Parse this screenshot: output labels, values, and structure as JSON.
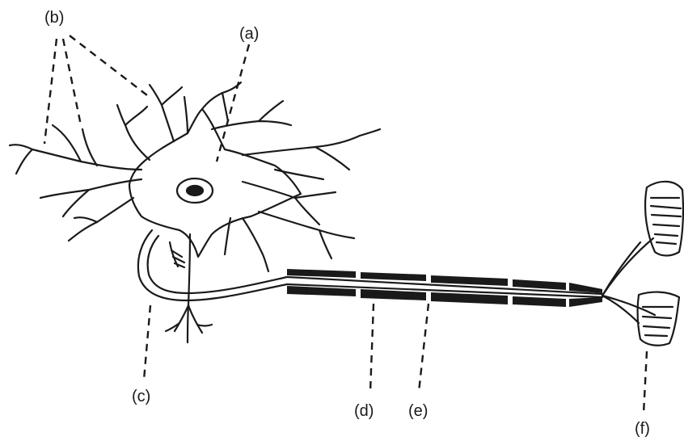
{
  "diagram": {
    "labels": {
      "a": "(a)",
      "b": "(b)",
      "c": "(c)",
      "d": "(d)",
      "e": "(e)",
      "f": "(f)"
    },
    "colors": {
      "ink": "#1a1a1a",
      "background": "#ffffff"
    }
  }
}
